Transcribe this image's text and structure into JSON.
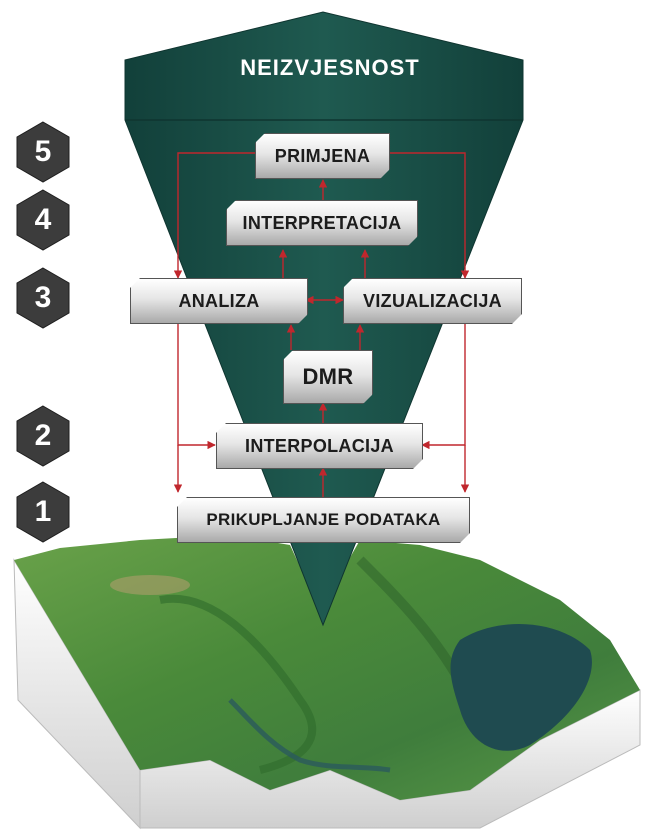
{
  "title": "NEIZVJESNOST",
  "levels": [
    "1",
    "2",
    "3",
    "4",
    "5"
  ],
  "boxes": {
    "primjena": "PRIMJENA",
    "interpretacija": "INTERPRETACIJA",
    "analiza": "ANALIZA",
    "vizualizacija": "VIZUALIZACIJA",
    "dmr": "DMR",
    "interpolacija": "INTERPOLACIJA",
    "prikupljanje": "PRIKUPLJANJE PODATAKA"
  },
  "colors": {
    "funnel": "#1c5048",
    "badge": "#3c3c3c",
    "arrows": "#c0272d",
    "terrain": "#4f8a3c",
    "water": "#1f4b50"
  }
}
